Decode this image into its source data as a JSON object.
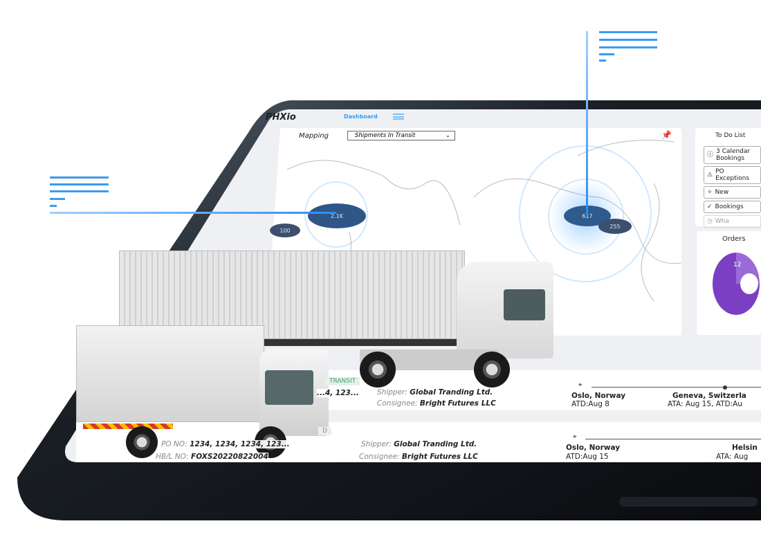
{
  "header": {
    "logo": "PHXio",
    "nav_label": "Dashboard"
  },
  "mapping": {
    "title": "Mapping",
    "filter_value": "Shipments In Transit",
    "bubbles": [
      "100",
      "2.1K",
      "617",
      "255"
    ]
  },
  "todo": {
    "title": "To Do List",
    "items": [
      {
        "icon": "info-icon",
        "label": "3 Calendar Bookings"
      },
      {
        "icon": "warning-icon",
        "label": "PO Exceptions"
      },
      {
        "icon": "sparkle-icon",
        "label": "New"
      },
      {
        "icon": "check-circle-icon",
        "label": "Bookings"
      },
      {
        "icon": "clock-icon",
        "label": "Wha"
      }
    ]
  },
  "orders": {
    "title": "Orders",
    "segment_label": "12"
  },
  "shipments": [
    {
      "status": "TRANSIT",
      "po": "...4, 123...",
      "shipper_label": "Shipper:",
      "shipper": "Global Tranding Ltd.",
      "consignee_label": "Consignee:",
      "consignee": "Bright Futures LLC",
      "origin": "Oslo, Norway",
      "origin_date": "ATD:Aug 8",
      "dest": "Geneva, Switzerla",
      "dest_date": "ATA: Aug 15, ATD:Au"
    },
    {
      "status": "D",
      "po_label": "PO NO:",
      "po": "1234, 1234, 1234, 123...",
      "hbl_label": "HB/L NO:",
      "hbl": "FOXS20220822004",
      "shipper_label": "Shipper:",
      "shipper": "Global Tranding Ltd.",
      "consignee_label": "Consignee:",
      "consignee": "Bright Futures LLC",
      "origin": "Oslo, Norway",
      "origin_date": "ATD:Aug 15",
      "dest": "Helsin",
      "dest_date": "ATA: Aug"
    }
  ],
  "colors": {
    "accent": "#3a9bf0",
    "bubble": "#3d4f6e",
    "donut": "#7b3fc4",
    "device": "#111418"
  }
}
